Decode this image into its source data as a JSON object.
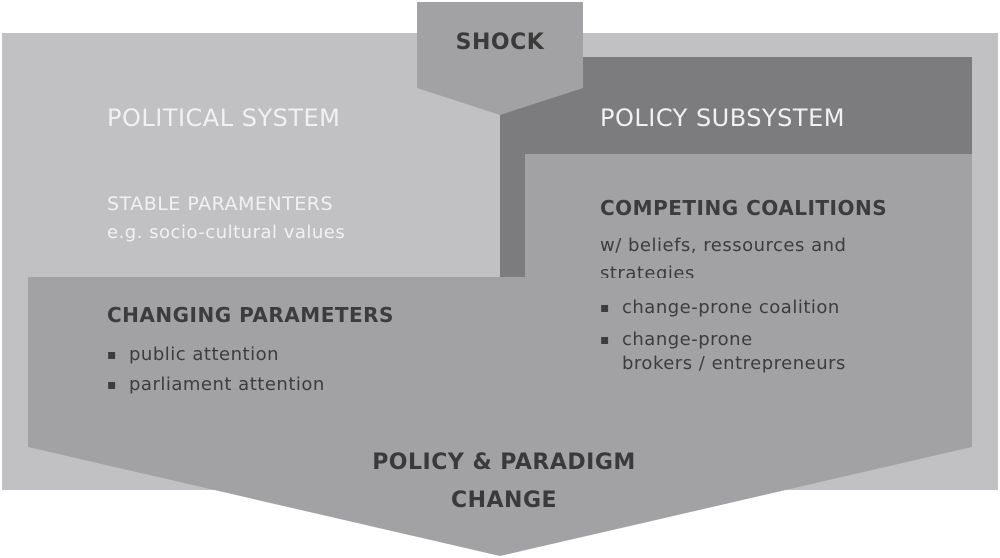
{
  "colors": {
    "outer_frame": "#c1c1c3",
    "policy_subsystem": "#7c7c7f",
    "coalition_panel": "#a8a8ab",
    "shock_box": "#a2a2a5",
    "main_arrow": "#a2a2a5",
    "light_text": "#f1f1f1",
    "dark_text": "#3c3c3c"
  },
  "shock": {
    "label": "SHOCK"
  },
  "political_system": {
    "title": "POLITICAL SYSTEM",
    "stable_title": "STABLE PARAMENTERS",
    "stable_example": "e.g. socio-cultural values"
  },
  "policy_subsystem": {
    "title": "POLICY SUBSYSTEM",
    "competing_title": "COMPETING COALITIONS",
    "competing_desc": "w/ beliefs, ressources and strategies",
    "items": [
      {
        "line1": "change-prone coalition",
        "line2": ""
      },
      {
        "line1": "change-prone",
        "line2": "brokers / entrepreneurs"
      }
    ]
  },
  "changing_parameters": {
    "title": "CHANGING PARAMETERS",
    "items": [
      "public attention",
      "parliament attention"
    ]
  },
  "outcome": {
    "line1": "POLICY & PARADIGM",
    "line2": "CHANGE"
  }
}
